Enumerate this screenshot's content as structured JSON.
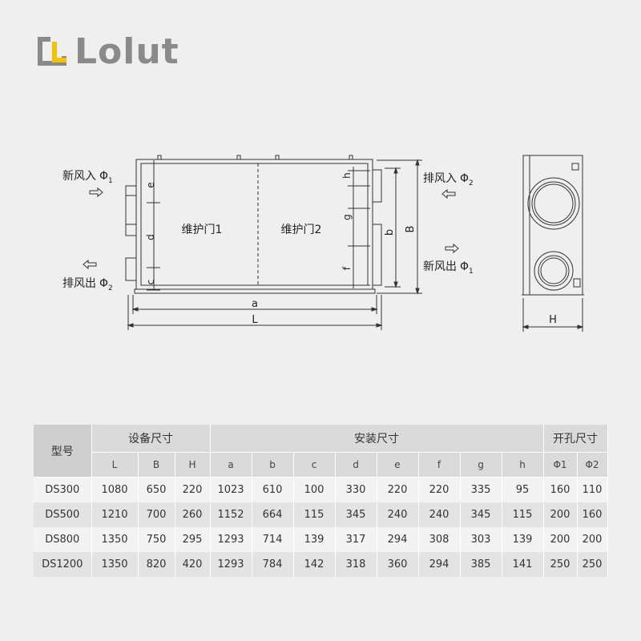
{
  "brand": {
    "name": "Lolut"
  },
  "drawing": {
    "left_labels": {
      "fresh_in": "新风入",
      "fresh_in_sub": "Φ",
      "fresh_in_idx": "1",
      "exhaust_out": "排风出",
      "exhaust_out_sub": "Φ",
      "exhaust_out_idx": "2"
    },
    "right_labels": {
      "exhaust_in": "排风入",
      "exhaust_in_sub": "Φ",
      "exhaust_in_idx": "2",
      "fresh_out": "新风出",
      "fresh_out_sub": "Φ",
      "fresh_out_idx": "1"
    },
    "doors": {
      "door1": "维护门1",
      "door2": "维护门2"
    },
    "dims": {
      "a": "a",
      "L": "L",
      "b": "b",
      "B": "B",
      "c": "c",
      "d": "d",
      "e": "e",
      "f": "f",
      "g": "g",
      "h": "h",
      "H": "H"
    }
  },
  "table": {
    "model_header": "型号",
    "groups": [
      {
        "label": "设备尺寸",
        "span": 3
      },
      {
        "label": "安装尺寸",
        "span": 8
      },
      {
        "label": "开孔尺寸",
        "span": 2
      }
    ],
    "columns": [
      "L",
      "B",
      "H",
      "a",
      "b",
      "c",
      "d",
      "e",
      "f",
      "g",
      "h",
      "Φ1",
      "Φ2"
    ],
    "rows": [
      {
        "model": "DS300",
        "values": [
          "1080",
          "650",
          "220",
          "1023",
          "610",
          "100",
          "330",
          "220",
          "220",
          "335",
          "95",
          "160",
          "110"
        ]
      },
      {
        "model": "DS500",
        "values": [
          "1210",
          "700",
          "260",
          "1152",
          "664",
          "115",
          "345",
          "240",
          "240",
          "345",
          "115",
          "200",
          "160"
        ]
      },
      {
        "model": "DS800",
        "values": [
          "1350",
          "750",
          "295",
          "1293",
          "714",
          "139",
          "317",
          "294",
          "308",
          "303",
          "139",
          "200",
          "200"
        ]
      },
      {
        "model": "DS1200",
        "values": [
          "1350",
          "820",
          "420",
          "1293",
          "784",
          "142",
          "318",
          "360",
          "294",
          "385",
          "141",
          "250",
          "250"
        ]
      }
    ]
  },
  "colors": {
    "logo_gray": "#8a8a8a",
    "logo_yellow": "#f5c400",
    "background": "#efefef"
  }
}
